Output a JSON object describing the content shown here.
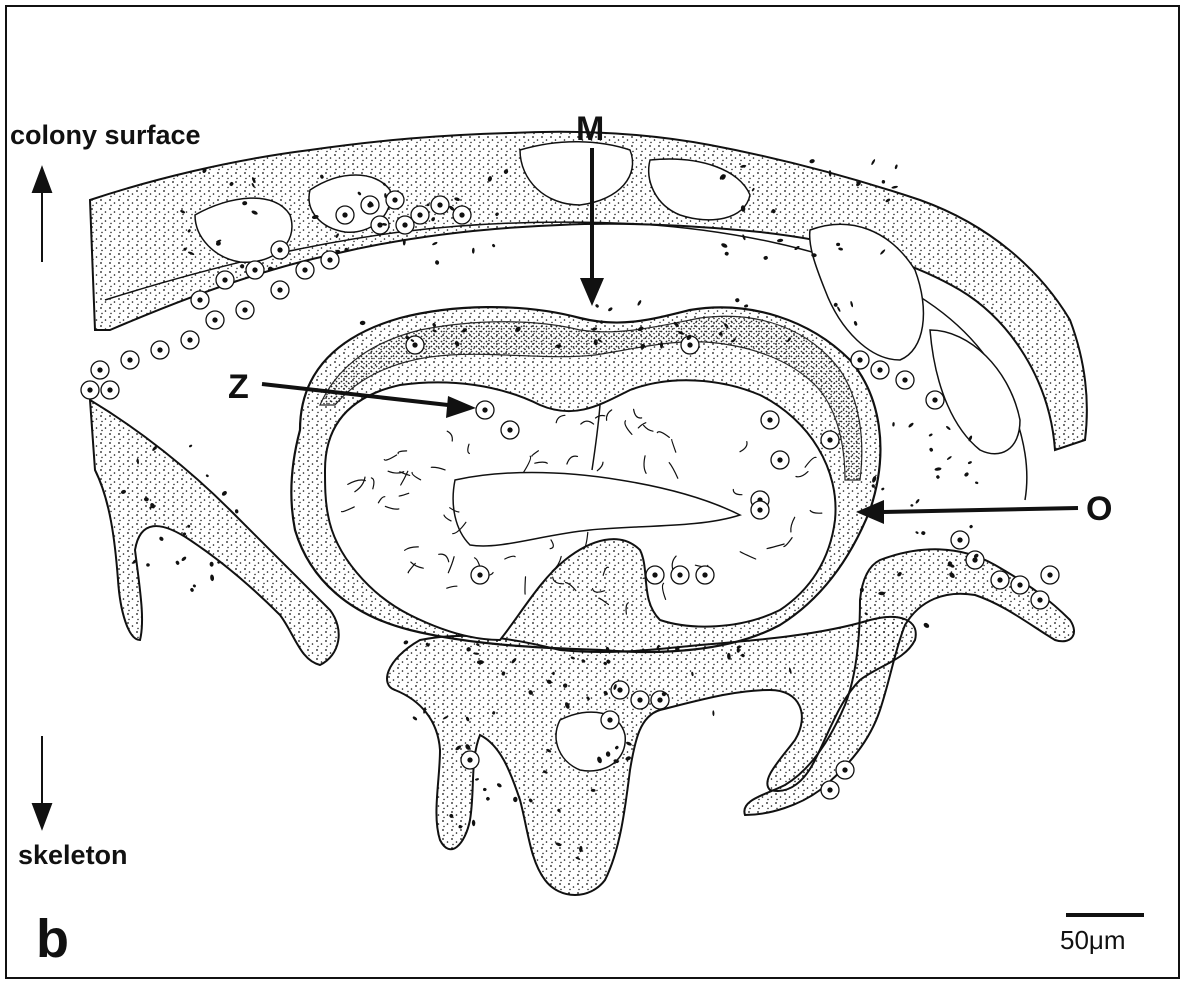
{
  "labels": {
    "surface": "colony surface",
    "skeleton": "skeleton",
    "m": "M",
    "z": "Z",
    "o": "O",
    "panel": "b",
    "scale": "50μm"
  },
  "colors": {
    "ink": "#111111",
    "tissue_fill": "#ffffff"
  }
}
